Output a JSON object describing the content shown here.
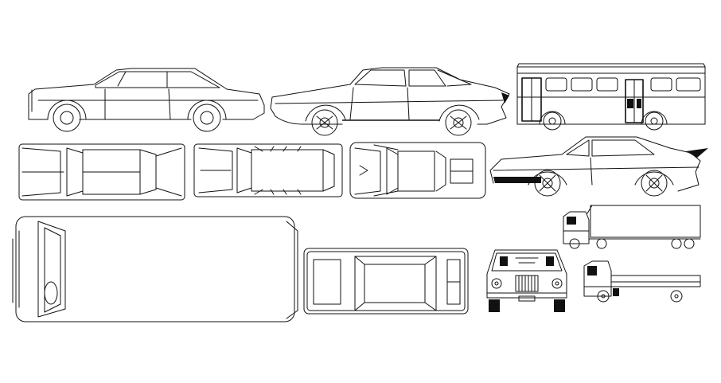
{
  "drawing": {
    "line_color": "#111111",
    "background": "#ffffff",
    "blocks": [
      {
        "id": "sedan-side",
        "icon": "sedan-side-icon"
      },
      {
        "id": "fastback-side",
        "icon": "fastback-side-icon"
      },
      {
        "id": "bus-side",
        "icon": "bus-side-icon"
      },
      {
        "id": "sedan-top",
        "icon": "sedan-top-icon"
      },
      {
        "id": "limousine-top",
        "icon": "limousine-top-icon"
      },
      {
        "id": "sportscar-top",
        "icon": "sportscar-top-icon"
      },
      {
        "id": "coupe-side",
        "icon": "coupe-side-icon"
      },
      {
        "id": "semi-truck-side",
        "icon": "semi-truck-side-icon"
      },
      {
        "id": "bus-top",
        "icon": "bus-top-icon"
      },
      {
        "id": "van-top",
        "icon": "van-top-icon"
      },
      {
        "id": "sedan-front",
        "icon": "sedan-front-icon"
      },
      {
        "id": "flatbed-truck-side",
        "icon": "flatbed-truck-side-icon"
      }
    ]
  }
}
